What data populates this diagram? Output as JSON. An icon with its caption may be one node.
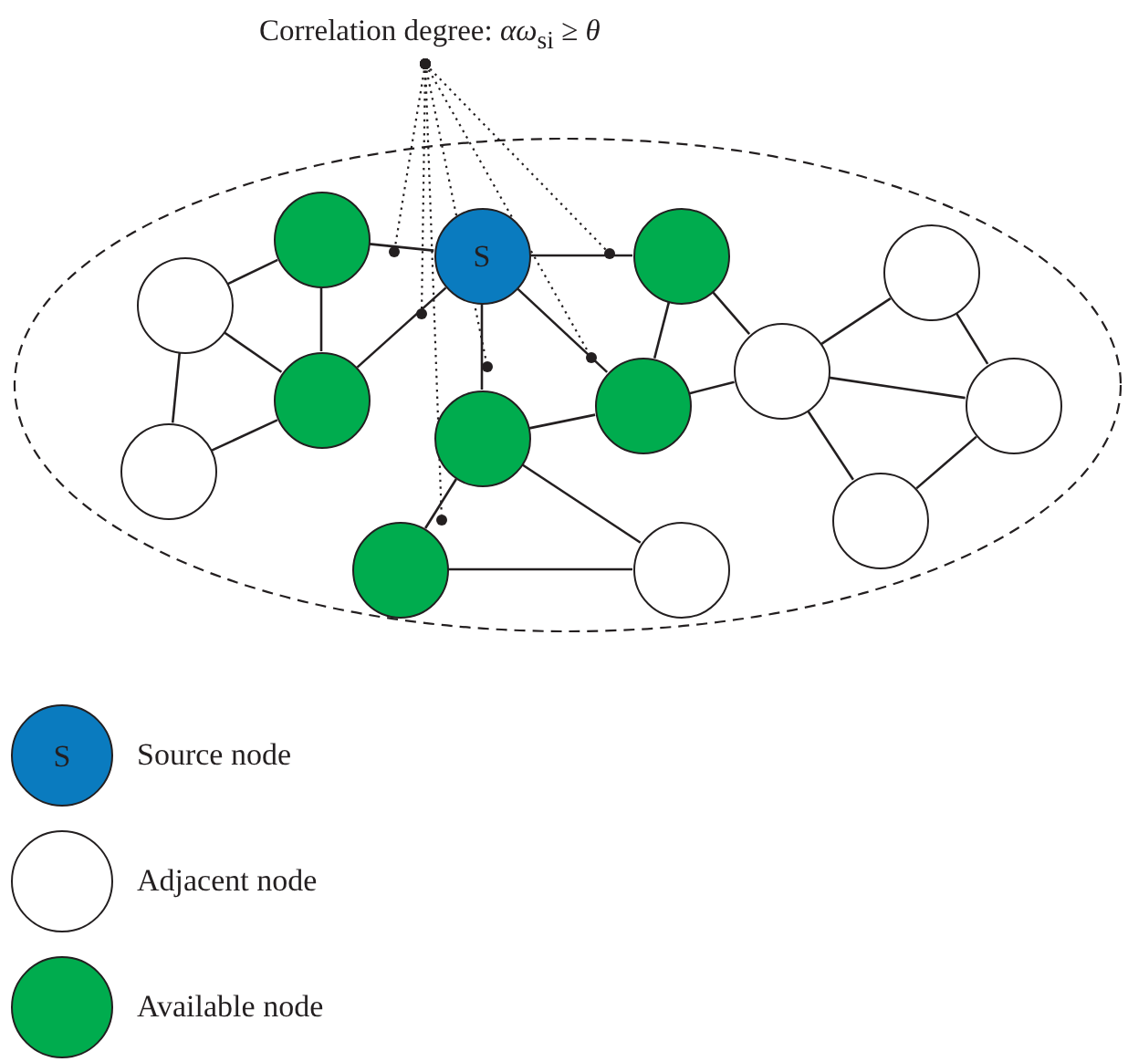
{
  "diagram": {
    "nodes": [
      {
        "text": [
          "Correlation degree: *αω*$_{si}$ ≥ *θ*"
        ]
      },
      {
        "text": [],
        "shape": "ellipse"
      },
      {
        "text": [],
        "shape": "circle",
        "in": 1
      },
      {
        "text": [
          "S"
        ],
        "in": 1
      },
      {
        "text": [],
        "shape": "circle",
        "in": 1
      },
      {
        "text": [],
        "shape": "circle",
        "in": 1
      },
      {
        "text": [],
        "shape": "circle",
        "in": 1
      },
      {
        "text": [],
        "shape": "circle",
        "in": 1
      },
      {
        "text": [],
        "shape": "circle",
        "in": 1
      },
      {
        "text": [],
        "shape": "circle",
        "in": 1
      },
      {
        "text": [],
        "shape": "circle",
        "in": 1
      },
      {
        "text": [],
        "shape": "circle",
        "in": 1
      },
      {
        "text": [],
        "shape": "circle",
        "in": 1
      },
      {
        "text": [],
        "shape": "circle",
        "in": 1
      },
      {
        "text": [],
        "shape": "circle",
        "in": 1
      },
      {
        "text": [],
        "shape": "circle",
        "in": 1
      },
      {
        "text": [],
        "shape": "dot",
        "in": 1
      },
      {
        "text": [],
        "shape": "dot",
        "in": 1
      },
      {
        "text": [],
        "shape": "dot",
        "in": 1
      },
      {
        "text": [],
        "shape": "dot",
        "in": 1
      },
      {
        "text": [],
        "shape": "dot",
        "in": 1
      },
      {
        "text": [],
        "shape": "dot",
        "in": 1
      }
    ],
    "edges": [
      {
        "from": 2,
        "to": 3,
        "arrow": "none"
      },
      {
        "from": 6,
        "to": 2,
        "arrow": "none"
      },
      {
        "from": 2,
        "to": 8,
        "arrow": "none"
      },
      {
        "from": 6,
        "to": 8,
        "arrow": "none"
      },
      {
        "from": 6,
        "to": 12,
        "arrow": "none"
      },
      {
        "from": 12,
        "to": 8,
        "arrow": "none"
      },
      {
        "from": 8,
        "to": 3,
        "arrow": "none"
      },
      {
        "from": 3,
        "to": 4,
        "arrow": "none"
      },
      {
        "from": 3,
        "to": 11,
        "arrow": "none"
      },
      {
        "from": 3,
        "to": 9,
        "arrow": "none"
      },
      {
        "from": 4,
        "to": 9,
        "arrow": "none"
      },
      {
        "from": 4,
        "to": 7,
        "arrow": "none"
      },
      {
        "from": 9,
        "to": 7,
        "arrow": "none"
      },
      {
        "from": 11,
        "to": 9,
        "arrow": "none"
      },
      {
        "from": 11,
        "to": 14,
        "arrow": "none"
      },
      {
        "from": 11,
        "to": 15,
        "arrow": "none"
      },
      {
        "from": 14,
        "to": 15,
        "arrow": "none"
      },
      {
        "from": 7,
        "to": 5,
        "arrow": "none"
      },
      {
        "from": 7,
        "to": 10,
        "arrow": "none"
      },
      {
        "from": 7,
        "to": 13,
        "arrow": "none"
      },
      {
        "from": 5,
        "to": 10,
        "arrow": "none"
      },
      {
        "from": 10,
        "to": 13,
        "arrow": "none"
      },
      {
        "from": 0,
        "to": 16,
        "arrow": "other",
        "style": "dashed"
      },
      {
        "from": 0,
        "to": 17,
        "arrow": "other",
        "style": "dashed"
      },
      {
        "from": 0,
        "to": 18,
        "arrow": "other",
        "style": "dashed"
      },
      {
        "from": 0,
        "to": 19,
        "arrow": "other",
        "style": "dashed"
      },
      {
        "from": 0,
        "to": 20,
        "arrow": "other",
        "style": "dashed"
      },
      {
        "from": 0,
        "to": 21,
        "arrow": "other",
        "style": "dashed"
      }
    ],
    "labels": [
      "S"
    ],
    "legend": [
      {
        "text": "Source node",
        "color": "#0a7bbf"
      },
      {
        "text": "Adjacent node",
        "color": "#ffffff"
      },
      {
        "text": "Available node",
        "color": "#00ac4e"
      }
    ]
  }
}
